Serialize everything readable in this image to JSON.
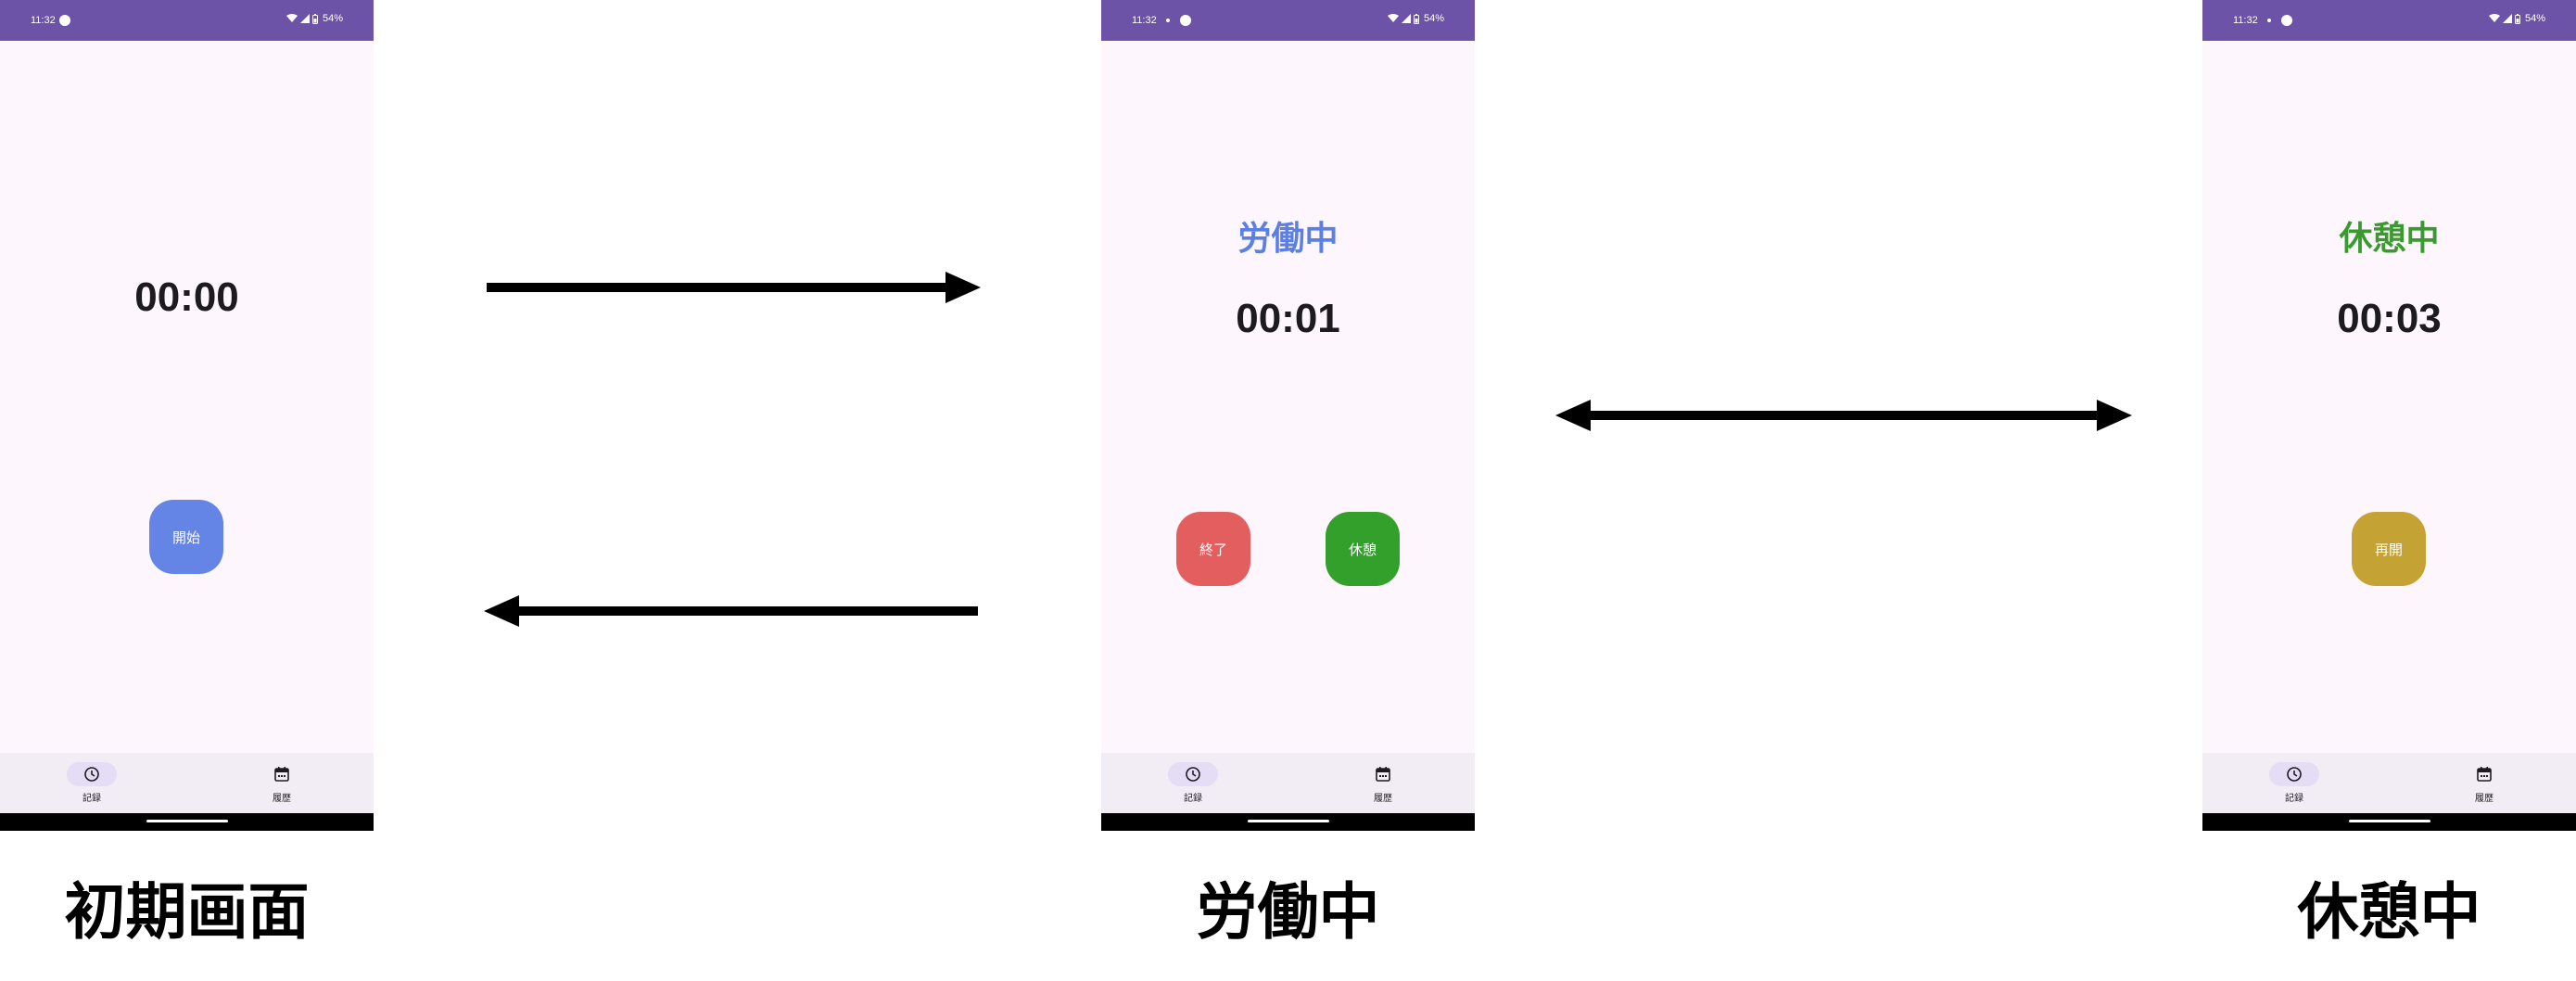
{
  "colors": {
    "status_bar": "#6c53a8",
    "screen_bg": "#fdf7fd",
    "nav_bg": "#f2ecf5",
    "working": "#5b7fe3",
    "break": "#3a9a2f",
    "start_button": "#6585e6",
    "end_button": "#e35f5f",
    "break_button": "#33a02c",
    "resume_button": "#c5a234"
  },
  "screens": [
    {
      "status_bar": {
        "time": "11:32",
        "battery": "54%"
      },
      "status_label": "",
      "timer": "00:00",
      "buttons": [
        {
          "label": "開始",
          "color": "#6585e6"
        }
      ],
      "nav": [
        {
          "label": "記録",
          "icon": "clock-icon",
          "active": true
        },
        {
          "label": "履歴",
          "icon": "calendar-icon",
          "active": false
        }
      ],
      "caption": "初期画面"
    },
    {
      "status_bar": {
        "time": "11:32",
        "battery": "54%"
      },
      "status_label": "労働中",
      "timer": "00:01",
      "buttons": [
        {
          "label": "終了",
          "color": "#e35f5f"
        },
        {
          "label": "休憩",
          "color": "#33a02c"
        }
      ],
      "nav": [
        {
          "label": "記録",
          "icon": "clock-icon",
          "active": true
        },
        {
          "label": "履歴",
          "icon": "calendar-icon",
          "active": false
        }
      ],
      "caption": "労働中"
    },
    {
      "status_bar": {
        "time": "11:32",
        "battery": "54%"
      },
      "status_label": "休憩中",
      "timer": "00:03",
      "buttons": [
        {
          "label": "再開",
          "color": "#c5a234"
        }
      ],
      "nav": [
        {
          "label": "記録",
          "icon": "clock-icon",
          "active": true
        },
        {
          "label": "履歴",
          "icon": "calendar-icon",
          "active": false
        }
      ],
      "caption": "休憩中"
    }
  ],
  "transitions": [
    {
      "from": "初期画面",
      "to": "労働中",
      "direction": "right"
    },
    {
      "from": "労働中",
      "to": "初期画面",
      "direction": "left"
    },
    {
      "between": [
        "労働中",
        "休憩中"
      ],
      "direction": "both"
    }
  ]
}
